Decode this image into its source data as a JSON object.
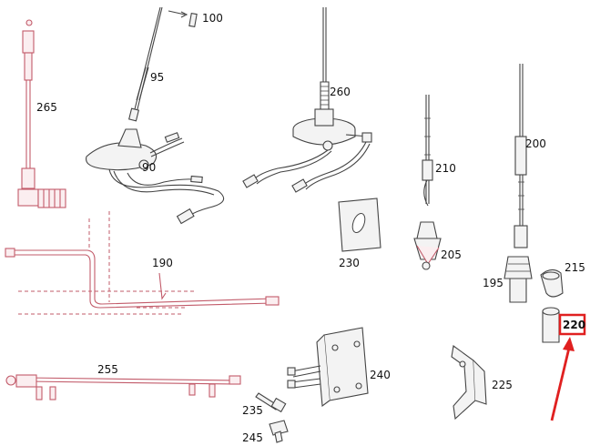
{
  "diagram": {
    "parts": [
      {
        "key": "p100",
        "label": "100"
      },
      {
        "key": "p95",
        "label": "95"
      },
      {
        "key": "p90",
        "label": "90"
      },
      {
        "key": "p265",
        "label": "265"
      },
      {
        "key": "p260",
        "label": "260"
      },
      {
        "key": "p210",
        "label": "210"
      },
      {
        "key": "p200",
        "label": "200"
      },
      {
        "key": "p230",
        "label": "230"
      },
      {
        "key": "p205",
        "label": "205"
      },
      {
        "key": "p190",
        "label": "190"
      },
      {
        "key": "p195",
        "label": "195"
      },
      {
        "key": "p215",
        "label": "215"
      },
      {
        "key": "p220",
        "label": "220"
      },
      {
        "key": "p255",
        "label": "255"
      },
      {
        "key": "p240",
        "label": "240"
      },
      {
        "key": "p225",
        "label": "225"
      },
      {
        "key": "p235",
        "label": "235"
      },
      {
        "key": "p245",
        "label": "245"
      }
    ],
    "highlight": {
      "part": "220",
      "color": "#e02020"
    }
  }
}
